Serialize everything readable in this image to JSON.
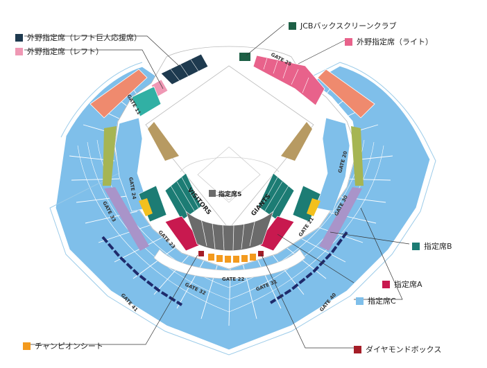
{
  "colors": {
    "outfield_giants": "#1e3a4f",
    "outfield_left": "#ef98b4",
    "jcb": "#1d5f45",
    "outfield_right": "#e8628b",
    "seat_s": "#6b6b6b",
    "seat_b": "#1c7c74",
    "seat_a": "#c8194f",
    "seat_c": "#7fbfea",
    "champion": "#f39a1e",
    "diamond": "#a51d27",
    "salmon": "#ef8a6e",
    "olive": "#a6b553",
    "lavender": "#a994c9",
    "teal_light": "#31b0a4",
    "navy_strip": "#1e2a6b",
    "field_dirt": "#b79a62"
  },
  "legend": {
    "giants_outfield": "外野指定席（レフト巨人応援席）",
    "left_outfield": "外野指定席（レフト）",
    "jcb": "JCBバックスクリーンクラブ",
    "right_outfield": "外野指定席（ライト）",
    "seat_s": "指定席S",
    "seat_b": "指定席B",
    "seat_a": "指定席A",
    "seat_c": "指定席C",
    "champion": "チャンピオンシート",
    "diamond": "ダイヤモンドボックス"
  },
  "gates": {
    "g11": "GATE 11",
    "g25": "GATE 25",
    "g20": "GATE 20",
    "g24": "GATE 24",
    "g30": "GATE 30",
    "g33": "GATE 33",
    "g23": "GATE 23",
    "g21": "GATE 21",
    "g22": "GATE 22",
    "g32": "GATE 32",
    "g31": "GATE 31",
    "g41": "GATE 41",
    "g40": "GATE 40"
  },
  "labels": {
    "visitors": "VISITORS",
    "giants": "GIANTS",
    "seat_s_center": "指定席S"
  }
}
